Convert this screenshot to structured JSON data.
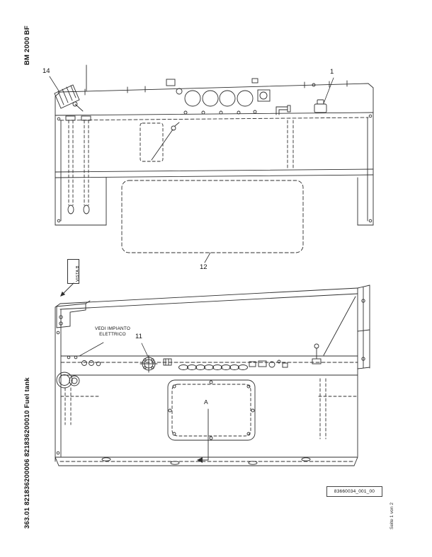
{
  "sidebar": {
    "model": "BM 2000 BF",
    "section": "363.01 821836200006 821836200010 Fuel tank"
  },
  "footer": {
    "doc_number": "83660034_001_00",
    "page_note": "Seite 1 von 2"
  },
  "drawing": {
    "callouts": {
      "top_left": "14",
      "top_right": "1",
      "middle": "12",
      "flange": "11"
    },
    "labels": {
      "vista": "VISTA B",
      "section": "A",
      "note_line1": "VEDI IMPIANTO",
      "note_line2": "ELETTRICO"
    }
  },
  "colors": {
    "line": "#2e2e2e",
    "background": "#ffffff"
  }
}
